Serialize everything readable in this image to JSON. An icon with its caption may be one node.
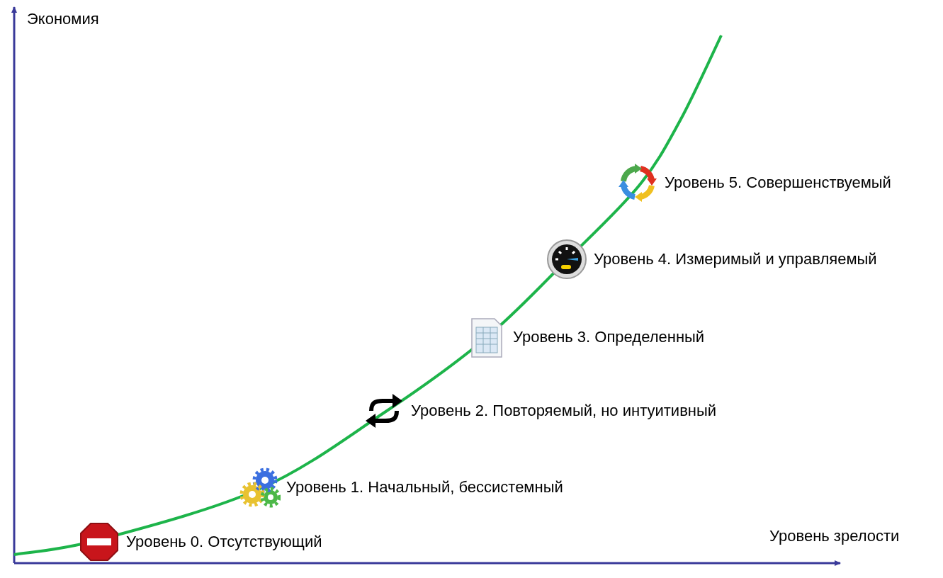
{
  "diagram": {
    "nodes": [
      {
        "text": [],
        "shape": "picture",
        "beside": [
          "Уровень 0. Отсутствующий"
        ]
      },
      {
        "text": [],
        "shape": "picture",
        "beside": [
          "Уровень 1. Начальный, бессистемный"
        ]
      },
      {
        "text": [],
        "shape": "picture",
        "beside": [
          "Уровень 2. Повторяемый, но интуитивный"
        ]
      },
      {
        "text": [],
        "shape": "picture",
        "beside": [
          "Уровень 3. Определенный"
        ]
      },
      {
        "text": [],
        "shape": "picture",
        "beside": [
          "Уровень 4. Измеримый и управляемый"
        ]
      },
      {
        "text": [],
        "shape": "picture",
        "beside": [
          "Уровень 5. Совершенствуемый"
        ]
      }
    ],
    "labels": [
      "Экономия",
      "Уровень зрелости"
    ]
  }
}
